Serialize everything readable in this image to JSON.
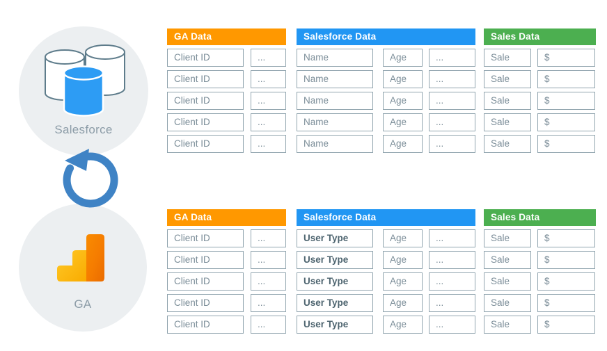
{
  "sources": {
    "top": {
      "label": "Salesforce",
      "icon": "database-icon"
    },
    "bottom": {
      "label": "GA",
      "icon": "google-analytics-icon"
    },
    "sync": {
      "icon": "sync-arrow-icon"
    }
  },
  "colors": {
    "ga_header": "#FF9800",
    "salesforce_header": "#2196F3",
    "sales_header": "#4CAF50",
    "cell_border": "#90A4AE",
    "cell_text": "#7B8D98",
    "cell_text_bold": "#4D646F",
    "circle_background": "#ECEFF1",
    "sync_arrow_blue": "#3F83C5",
    "database_blue": "#2D9CF4",
    "ga_logo_yellow": "#FBBC05",
    "ga_logo_orange": "#EF6C00",
    "label_text": "#8C9CA7"
  },
  "groups": [
    {
      "id": "before-sync",
      "tables": [
        {
          "title": "GA Data",
          "accent": "#FF9800",
          "rows": [
            [
              "Client ID",
              "..."
            ],
            [
              "Client ID",
              "..."
            ],
            [
              "Client ID",
              "..."
            ],
            [
              "Client ID",
              "..."
            ],
            [
              "Client ID",
              "..."
            ]
          ]
        },
        {
          "title": "Salesforce Data",
          "accent": "#2196F3",
          "rows": [
            [
              "Name",
              "Age",
              "..."
            ],
            [
              "Name",
              "Age",
              "..."
            ],
            [
              "Name",
              "Age",
              "..."
            ],
            [
              "Name",
              "Age",
              "..."
            ],
            [
              "Name",
              "Age",
              "..."
            ]
          ]
        },
        {
          "title": "Sales Data",
          "accent": "#4CAF50",
          "rows": [
            [
              "Sale",
              "$"
            ],
            [
              "Sale",
              "$"
            ],
            [
              "Sale",
              "$"
            ],
            [
              "Sale",
              "$"
            ],
            [
              "Sale",
              "$"
            ]
          ]
        }
      ]
    },
    {
      "id": "after-sync",
      "tables": [
        {
          "title": "GA Data",
          "accent": "#FF9800",
          "rows": [
            [
              "Client ID",
              "..."
            ],
            [
              "Client ID",
              "..."
            ],
            [
              "Client ID",
              "..."
            ],
            [
              "Client ID",
              "..."
            ],
            [
              "Client ID",
              "..."
            ]
          ]
        },
        {
          "title": "Salesforce Data",
          "accent": "#2196F3",
          "bold_col": 0,
          "rows": [
            [
              "User Type",
              "Age",
              "..."
            ],
            [
              "User Type",
              "Age",
              "..."
            ],
            [
              "User Type",
              "Age",
              "..."
            ],
            [
              "User Type",
              "Age",
              "..."
            ],
            [
              "User Type",
              "Age",
              "..."
            ]
          ]
        },
        {
          "title": "Sales Data",
          "accent": "#4CAF50",
          "rows": [
            [
              "Sale",
              "$"
            ],
            [
              "Sale",
              "$"
            ],
            [
              "Sale",
              "$"
            ],
            [
              "Sale",
              "$"
            ],
            [
              "Sale",
              "$"
            ]
          ]
        }
      ]
    }
  ]
}
